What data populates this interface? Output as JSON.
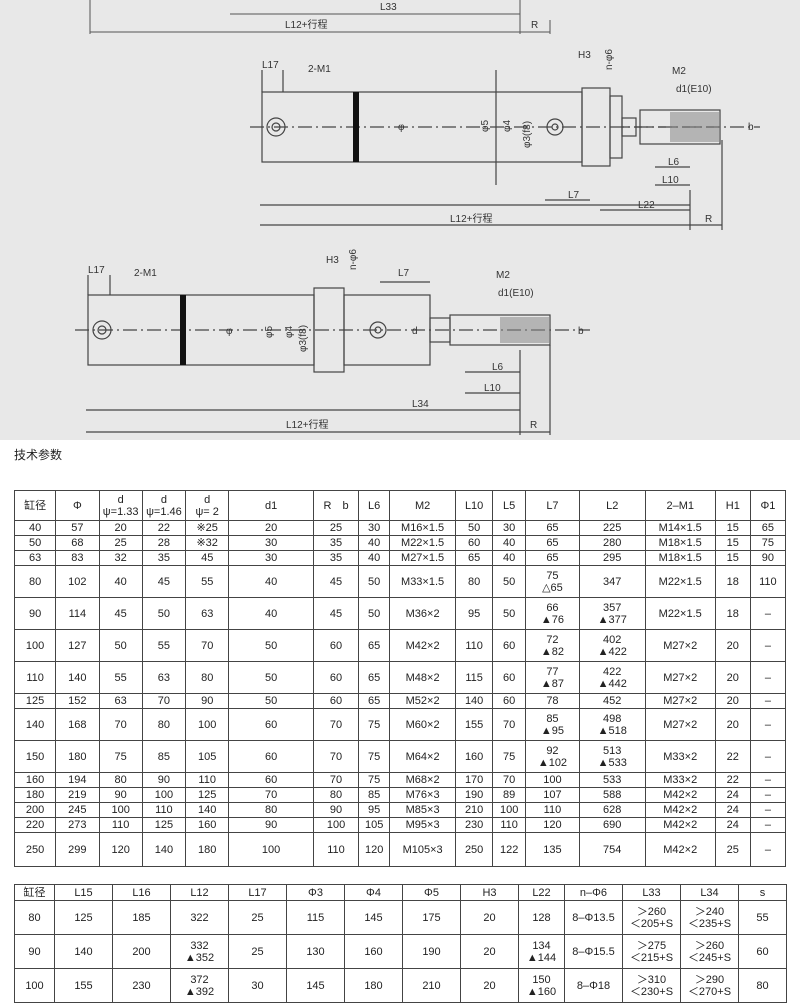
{
  "drawing": {
    "top": {
      "l33": "L33",
      "l12": "L12+行程",
      "r": "R"
    },
    "mid": {
      "l17": "L17",
      "m1": "2-M1",
      "h3": "H3",
      "phi6": "n-φ6",
      "m2": "M2",
      "d1": "d1(E10)",
      "phi5": "φ5",
      "phi4": "φ4",
      "phi3": "φ3(f8)",
      "phi": "φ",
      "b": "b",
      "l6": "L6",
      "l10": "L10",
      "l7": "L7",
      "l22": "L22",
      "l12": "L12+行程",
      "r": "R"
    },
    "bot": {
      "l17": "L17",
      "m1": "2-M1",
      "h3": "H3",
      "phi6": "n-φ6",
      "l7": "L7",
      "m2": "M2",
      "d1": "d1(E10)",
      "phi5": "φ5",
      "phi4": "φ4",
      "phi3": "φ3(f8)",
      "phi": "φ",
      "d": "d",
      "b": "b",
      "l6": "L6",
      "l10": "L10",
      "l34": "L34",
      "l12": "L12+行程",
      "r": "R"
    }
  },
  "section_title": "技术参数",
  "table1": {
    "headers": [
      "缸径",
      "Φ",
      "d|ψ=1.33",
      "d|ψ=1.46",
      "d|ψ= 2",
      "d1",
      "R　b",
      "L6",
      "M2",
      "L10",
      "L5",
      "L7",
      "L2",
      "2–M1",
      "H1",
      "Φ1"
    ],
    "rows": [
      [
        "40",
        "57",
        "20",
        "22",
        "※25",
        "20",
        "25",
        "30",
        "M16×1.5",
        "50",
        "30",
        "65",
        "225",
        "M14×1.5",
        "15",
        "65"
      ],
      [
        "50",
        "68",
        "25",
        "28",
        "※32",
        "30",
        "35",
        "40",
        "M22×1.5",
        "60",
        "40",
        "65",
        "280",
        "M18×1.5",
        "15",
        "75"
      ],
      [
        "63",
        "83",
        "32",
        "35",
        "45",
        "30",
        "35",
        "40",
        "M27×1.5",
        "65",
        "40",
        "65",
        "295",
        "M18×1.5",
        "15",
        "90"
      ],
      [
        "80",
        "102",
        "40",
        "45",
        "55",
        "40",
        "45",
        "50",
        "M33×1.5",
        "80",
        "50",
        "75|△65",
        "347",
        "M22×1.5",
        "18",
        "110"
      ],
      [
        "90",
        "114",
        "45",
        "50",
        "63",
        "40",
        "45",
        "50",
        "M36×2",
        "95",
        "50",
        "66|▲76",
        "357|▲377",
        "M22×1.5",
        "18",
        "–"
      ],
      [
        "100",
        "127",
        "50",
        "55",
        "70",
        "50",
        "60",
        "65",
        "M42×2",
        "110",
        "60",
        "72|▲82",
        "402|▲422",
        "M27×2",
        "20",
        "–"
      ],
      [
        "110",
        "140",
        "55",
        "63",
        "80",
        "50",
        "60",
        "65",
        "M48×2",
        "115",
        "60",
        "77|▲87",
        "422|▲442",
        "M27×2",
        "20",
        "–"
      ],
      [
        "125",
        "152",
        "63",
        "70",
        "90",
        "50",
        "60",
        "65",
        "M52×2",
        "140",
        "60",
        "78",
        "452",
        "M27×2",
        "20",
        "–"
      ],
      [
        "140",
        "168",
        "70",
        "80",
        "100",
        "60",
        "70",
        "75",
        "M60×2",
        "155",
        "70",
        "85|▲95",
        "498|▲518",
        "M27×2",
        "20",
        "–"
      ],
      [
        "150",
        "180",
        "75",
        "85",
        "105",
        "60",
        "70",
        "75",
        "M64×2",
        "160",
        "75",
        "92|▲102",
        "513|▲533",
        "M33×2",
        "22",
        "–"
      ],
      [
        "160",
        "194",
        "80",
        "90",
        "110",
        "60",
        "70",
        "75",
        "M68×2",
        "170",
        "70",
        "100",
        "533",
        "M33×2",
        "22",
        "–"
      ],
      [
        "180",
        "219",
        "90",
        "100",
        "125",
        "70",
        "80",
        "85",
        "M76×3",
        "190",
        "89",
        "107",
        "588",
        "M42×2",
        "24",
        "–"
      ],
      [
        "200",
        "245",
        "100",
        "110",
        "140",
        "80",
        "90",
        "95",
        "M85×3",
        "210",
        "100",
        "110",
        "628",
        "M42×2",
        "24",
        "–"
      ],
      [
        "220",
        "273",
        "110",
        "125",
        "160",
        "90",
        "100",
        "105",
        "M95×3",
        "230",
        "110",
        "120",
        "690",
        "M42×2",
        "24",
        "–"
      ],
      [
        "250",
        "299",
        "120",
        "140",
        "180",
        "100",
        "110",
        "120",
        "M105×3",
        "250",
        "122",
        "135",
        "754",
        "M42×2",
        "25",
        "–"
      ]
    ]
  },
  "table2": {
    "headers": [
      "缸径",
      "L15",
      "L16",
      "L12",
      "L17",
      "Φ3",
      "Φ4",
      "Φ5",
      "H3",
      "L22",
      "n–Φ6",
      "L33",
      "L34",
      "s"
    ],
    "rows": [
      [
        "80",
        "125",
        "185",
        "322",
        "25",
        "115",
        "145",
        "175",
        "20",
        "128",
        "8–Φ13.5",
        "＞260|＜205+S",
        "＞240|＜235+S",
        "55"
      ],
      [
        "90",
        "140",
        "200",
        "332|▲352",
        "25",
        "130",
        "160",
        "190",
        "20",
        "134|▲144",
        "8–Φ15.5",
        "＞275|＜215+S",
        "＞260|＜245+S",
        "60"
      ],
      [
        "100",
        "155",
        "230",
        "372|▲392",
        "30",
        "145",
        "180",
        "210",
        "20",
        "150|▲160",
        "8–Φ18",
        "＞310|＜230+S",
        "＞290|＜270+S",
        "80"
      ]
    ]
  }
}
